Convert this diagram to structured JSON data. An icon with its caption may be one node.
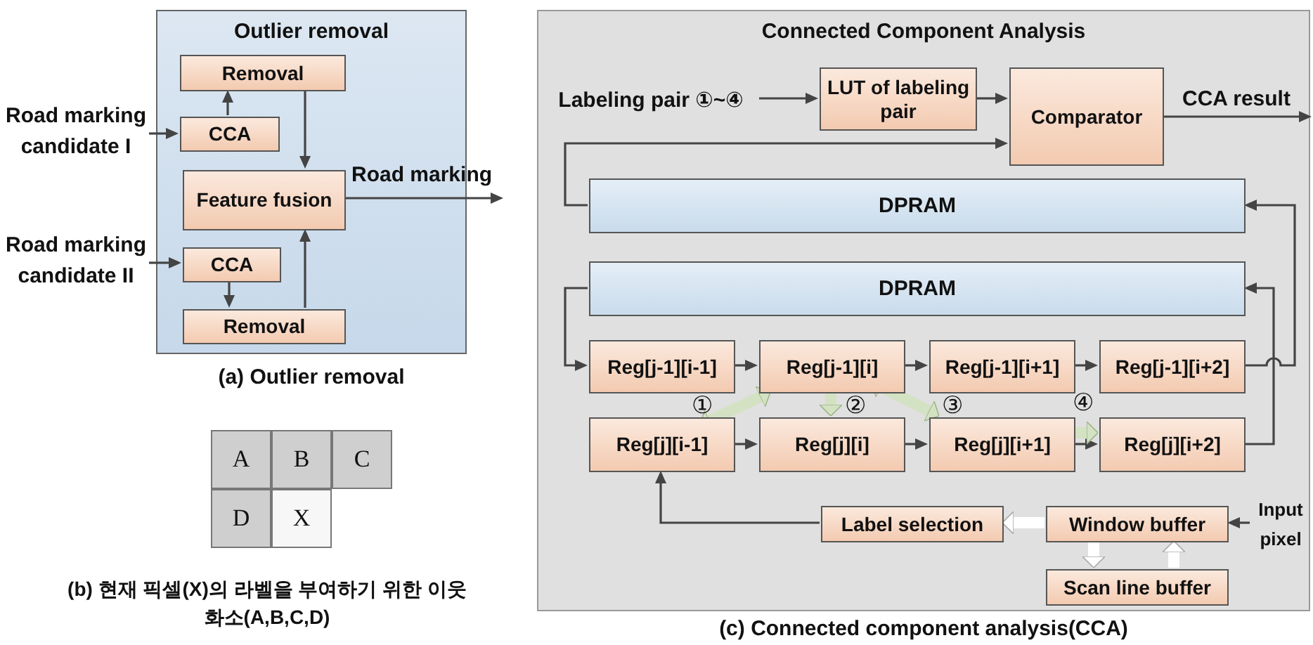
{
  "diagram": {
    "nodes": [
      {
        "text": [
          "Outlier removal"
        ]
      },
      {
        "text": [
          "Removal"
        ],
        "in": 0
      },
      {
        "text": [
          "CCA"
        ],
        "in": 0
      },
      {
        "text": [
          "Feature fusion"
        ],
        "in": 0
      },
      {
        "text": [
          "CCA"
        ],
        "in": 0
      },
      {
        "text": [
          "Removal"
        ],
        "in": 0
      },
      {
        "text": [
          "Road marking candidate I"
        ]
      },
      {
        "text": [
          "Road marking candidate II"
        ]
      },
      {
        "text": [
          "A"
        ]
      },
      {
        "text": [
          "B"
        ]
      },
      {
        "text": [
          "C"
        ]
      },
      {
        "text": [
          "D"
        ]
      },
      {
        "text": [
          "X"
        ]
      },
      {
        "text": [
          "Connected Component Analysis"
        ]
      },
      {
        "text": [
          "Labeling pair ①~④"
        ],
        "in": 13
      },
      {
        "text": [
          "LUT of labeling pair"
        ],
        "in": 13
      },
      {
        "text": [
          "Comparator"
        ],
        "in": 13
      },
      {
        "text": [
          "DPRAM"
        ],
        "in": 13
      },
      {
        "text": [
          "DPRAM"
        ],
        "in": 13
      },
      {
        "text": [
          "Reg[j-1][i-1]"
        ],
        "in": 13
      },
      {
        "text": [
          "Reg[j-1][i]"
        ],
        "in": 13
      },
      {
        "text": [
          "Reg[j-1][i+1]"
        ],
        "in": 13
      },
      {
        "text": [
          "Reg[j-1][i+2]"
        ],
        "in": 13
      },
      {
        "text": [
          "Reg[j][i-1]"
        ],
        "in": 13
      },
      {
        "text": [
          "Reg[j][i]"
        ],
        "in": 13
      },
      {
        "text": [
          "Reg[j][i+1]"
        ],
        "in": 13
      },
      {
        "text": [
          "Reg[j][i+2]"
        ],
        "in": 13
      },
      {
        "text": [
          "Label selection"
        ],
        "in": 13
      },
      {
        "text": [
          "Window buffer"
        ],
        "in": 13
      },
      {
        "text": [
          "Scan line buffer"
        ],
        "in": 13
      },
      {
        "text": [
          "Input pixel"
        ],
        "in": 13
      }
    ],
    "edges": [
      {
        "from": 6,
        "to": 2,
        "arrow": "to"
      },
      {
        "from": 2,
        "to": 1,
        "arrow": "to"
      },
      {
        "from": 1,
        "to": 3,
        "arrow": "to"
      },
      {
        "from": 7,
        "to": 4,
        "arrow": "to"
      },
      {
        "from": 4,
        "to": 5,
        "arrow": "to"
      },
      {
        "from": 5,
        "to": 3,
        "arrow": "to"
      },
      {
        "from": 3,
        "to": null,
        "arrow": "to",
        "label": "Road marking"
      },
      {
        "from": 14,
        "to": 15,
        "arrow": "to"
      },
      {
        "from": 15,
        "to": 16,
        "arrow": "to"
      },
      {
        "from": 16,
        "to": null,
        "arrow": "to",
        "label": "CCA result"
      },
      {
        "from": 17,
        "to": 16,
        "arrow": "to"
      },
      {
        "from": 18,
        "to": 19,
        "arrow": "to"
      },
      {
        "from": 19,
        "to": 20,
        "arrow": "to"
      },
      {
        "from": 20,
        "to": 21,
        "arrow": "to"
      },
      {
        "from": 21,
        "to": 22,
        "arrow": "to"
      },
      {
        "from": 23,
        "to": 24,
        "arrow": "to"
      },
      {
        "from": 24,
        "to": 25,
        "arrow": "to"
      },
      {
        "from": 25,
        "to": 26,
        "arrow": "to"
      },
      {
        "from": 22,
        "to": 17,
        "arrow": "to"
      },
      {
        "from": 26,
        "to": 18,
        "arrow": "to"
      },
      {
        "from": 27,
        "to": 23,
        "arrow": "to"
      },
      {
        "from": 28,
        "to": 27,
        "arrow": "to",
        "style": "thick",
        "color": "#ffffff"
      },
      {
        "from": 28,
        "to": 29,
        "arrow": "to",
        "style": "thick",
        "color": "#ffffff"
      },
      {
        "from": 29,
        "to": 28,
        "arrow": "to",
        "style": "thick",
        "color": "#ffffff"
      },
      {
        "from": 30,
        "to": 28,
        "arrow": "to"
      },
      {
        "from": 23,
        "to": 20,
        "arrow": "both",
        "style": "thick",
        "color": "#d3e2c2",
        "label": "①"
      },
      {
        "from": 20,
        "to": 24,
        "arrow": "both",
        "style": "thick",
        "color": "#d3e2c2",
        "label": "②"
      },
      {
        "from": 20,
        "to": 25,
        "arrow": "both",
        "style": "thick",
        "color": "#d3e2c2",
        "label": "③"
      },
      {
        "from": 25,
        "to": 26,
        "arrow": "both",
        "style": "thick",
        "color": "#d3e2c2",
        "label": "④"
      }
    ],
    "labels": [
      "(a) Outlier removal",
      "(b) 현재 픽셀(X)의 라벨을 부여하기 위한 이웃 화소(A,B,C,D)",
      "(c) Connected component analysis(CCA)"
    ]
  }
}
